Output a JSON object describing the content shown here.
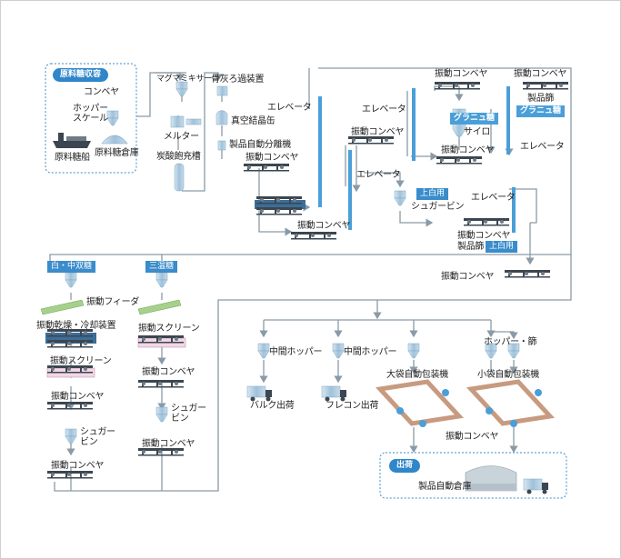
{
  "sections": {
    "raw_sugar": "原料糖収容",
    "white_mid": "白・中双糖",
    "third": "三温糖",
    "shipping": "出荷"
  },
  "tags": {
    "granule1": "グラニュ糖",
    "granule2": "グラニュ糖",
    "white1": "上白用",
    "white2": "上白用"
  },
  "labels": {
    "conveyor_top": "コンベヤ",
    "hopper_scale": "ホッパー\nスケール",
    "raw_ship": "原料糖船",
    "raw_warehouse": "原料糖倉庫",
    "magma_mixer": "マグマミキサー",
    "melter": "メルター",
    "carbonation": "炭酸飽充槽",
    "bone_filter": "骨灰ろ過装置",
    "vacuum_pan": "真空結晶缶",
    "centrifuge": "製品自動分離機",
    "vib_conv_1": "振動コンベヤ",
    "elevator_1": "エレベータ",
    "vib_conv_2": "振動コンベヤ",
    "elevator_2": "エレベータ",
    "vib_conv_3": "振動コンベヤ",
    "vib_conv_4": "振動コンベヤ",
    "elevator_3": "エレベータ",
    "silo": "サイロ",
    "vib_conv_5": "振動コンベヤ",
    "vib_conv_6": "振動コンベヤ",
    "product_sieve_1": "製品篩",
    "elevator_4": "エレベータ",
    "sugar_bin_1": "シュガービン",
    "elevator_5": "エレベータ",
    "vib_conv_7": "振動コンベヤ",
    "product_sieve_2": "製品篩",
    "vib_conv_8": "振動コンベヤ",
    "vib_feeder": "振動フィーダ",
    "dryer": "振動乾燥・冷却装置",
    "screen_1": "振動スクリーン",
    "screen_2": "振動スクリーン",
    "vib_conv_9": "振動コンベヤ",
    "vib_conv_10": "振動コンベヤ",
    "sugar_bin_2": "シュガー\nビン",
    "sugar_bin_3": "シュガー\nビン",
    "vib_conv_11": "振動コンベヤ",
    "vib_conv_12": "振動コンベヤ",
    "mid_hopper_1": "中間ホッパー",
    "mid_hopper_2": "中間ホッパー",
    "hopper_sieve": "ホッパー・篩",
    "large_packer": "大袋自動包装機",
    "small_packer": "小袋自動包装機",
    "bulk": "バルク出荷",
    "flecon": "フレコン出荷",
    "vib_conv_13": "振動コンベヤ",
    "warehouse": "製品自動倉庫"
  },
  "colors": {
    "line": "#8a9aa6",
    "accent": "#4a9fd8",
    "dashed": "#3a8ccb",
    "equip": "#a9c7dc",
    "conveyor": "#3c4650"
  }
}
